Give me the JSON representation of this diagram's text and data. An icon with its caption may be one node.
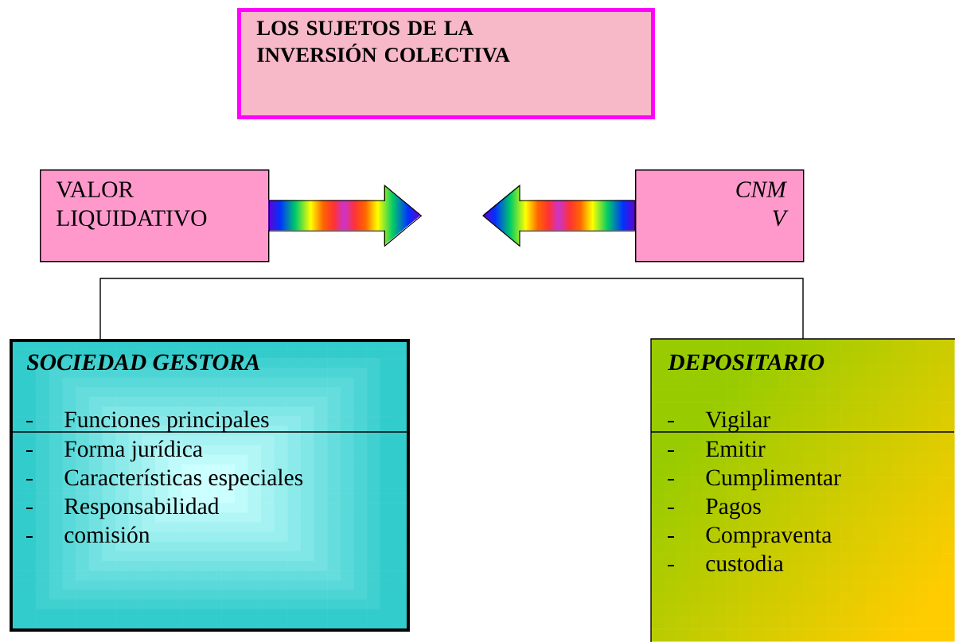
{
  "diagram": {
    "nodes": [
      {
        "text": [
          "LOS SUJETOS DE LA INVERSIÓN COLECTIVA"
        ]
      },
      {
        "text": [
          "VALOR LIQUIDATIVO"
        ]
      },
      {
        "text": [
          "CNM V"
        ]
      },
      {
        "text": [
          "SOCIEDAD GESTORA",
          "Funciones principales",
          "Forma jurídica",
          "Características especiales",
          "Responsabilidad",
          "comisión"
        ]
      },
      {
        "text": [
          "DEPOSITARIO",
          "Vigilar",
          "Emitir",
          "Cumplimentar",
          "Pagos",
          "Compraventa",
          "custodia"
        ]
      }
    ],
    "edges": [
      {
        "from": 1,
        "to": null,
        "arrow": "to"
      },
      {
        "from": 2,
        "to": null,
        "arrow": "to"
      },
      {
        "from": 3,
        "to": 4,
        "arrow": "none"
      }
    ]
  }
}
